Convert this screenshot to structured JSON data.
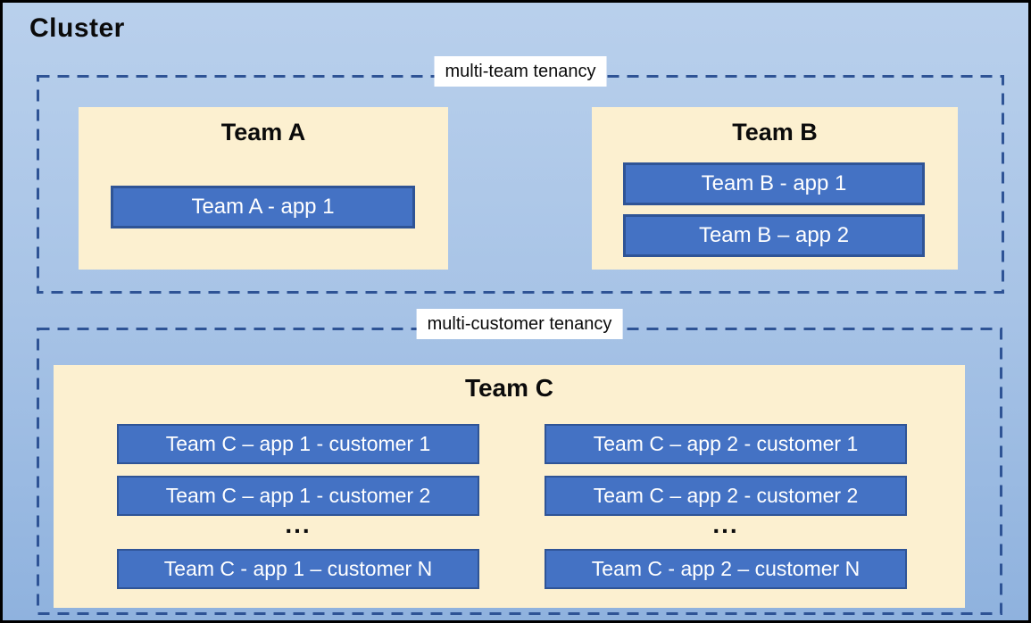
{
  "diagram": {
    "cluster_title": "Cluster",
    "multi_team": {
      "label": "multi-team tenancy",
      "team_a": {
        "title": "Team A",
        "apps": [
          "Team A - app 1"
        ]
      },
      "team_b": {
        "title": "Team B",
        "apps": [
          "Team B - app 1",
          "Team B – app 2"
        ]
      }
    },
    "multi_customer": {
      "label": "multi-customer tenancy",
      "team_c": {
        "title": "Team C",
        "app1_column": {
          "rows": [
            "Team C – app 1 - customer 1",
            "Team C – app 1 - customer 2"
          ],
          "ellipsis": "...",
          "last_row": "Team C - app 1 – customer N"
        },
        "app2_column": {
          "rows": [
            "Team C – app 2 - customer 1",
            "Team C – app 2 - customer 2"
          ],
          "ellipsis": "...",
          "last_row": "Team C - app 2 – customer N"
        }
      }
    },
    "colors": {
      "background_top": "#b9d0ec",
      "background_bottom": "#8fb2de",
      "team_box_fill": "#fcf0d0",
      "app_box_fill": "#4472c4",
      "app_box_border": "#2f5496",
      "dashed_outline": "#2e5395",
      "label_background": "#ffffff",
      "outer_border": "#000000",
      "title_text": "#0b0b0b",
      "app_text": "#ffffff"
    }
  }
}
